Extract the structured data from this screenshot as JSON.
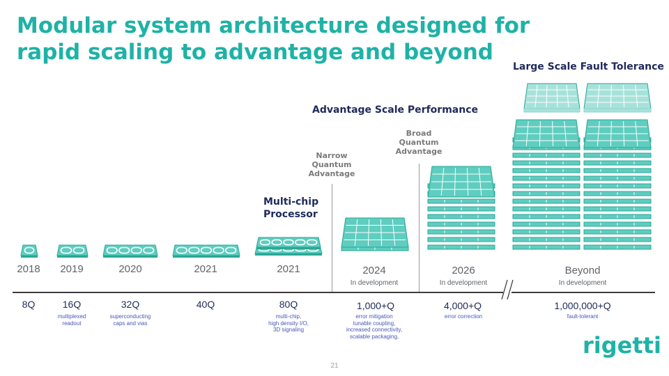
{
  "title": {
    "line1": "Modular system architecture designed for",
    "line2": "rapid scaling to advantage and beyond"
  },
  "sections": {
    "large_scale": "Large Scale Fault Tolerance",
    "advantage_scale": "Advantage Scale Performance",
    "multichip_line1": "Multi-chip",
    "multichip_line2": "Processor"
  },
  "milestones": {
    "narrow": [
      "Narrow",
      "Quantum",
      "Advantage"
    ],
    "broad": [
      "Broad",
      "Quantum",
      "Advantage"
    ]
  },
  "timeline": [
    {
      "year": "2018",
      "status": "",
      "qubits": "8Q",
      "desc": []
    },
    {
      "year": "2019",
      "status": "",
      "qubits": "16Q",
      "desc": [
        "multiplexed",
        "readout"
      ]
    },
    {
      "year": "2020",
      "status": "",
      "qubits": "32Q",
      "desc": [
        "superconducting",
        "caps and vias"
      ]
    },
    {
      "year": "2021",
      "status": "",
      "qubits": "40Q",
      "desc": []
    },
    {
      "year": "2021",
      "status": "",
      "qubits": "80Q",
      "desc": [
        "multi-chip,",
        "high density I/O,",
        "3D signaling"
      ]
    },
    {
      "year": "2024",
      "status": "In development",
      "qubits": "1,000+Q",
      "desc": [
        "error mitigation",
        "tunable coupling,",
        "increased connectivity,",
        "scalable packaging,"
      ]
    },
    {
      "year": "2026",
      "status": "In development",
      "qubits": "4,000+Q",
      "desc": [
        "error correction"
      ]
    },
    {
      "year": "Beyond",
      "status": "In development",
      "qubits": "1,000,000+Q",
      "desc": [
        "fault-tolerant"
      ]
    }
  ],
  "page_number": "21",
  "logo": "rigetti",
  "colors": {
    "accent": "#1fb2a6",
    "chip_fill": "#5fcdbf",
    "chip_light": "#a7e2da",
    "navy": "#1e2a5a",
    "desc_blue": "#4757b8"
  }
}
